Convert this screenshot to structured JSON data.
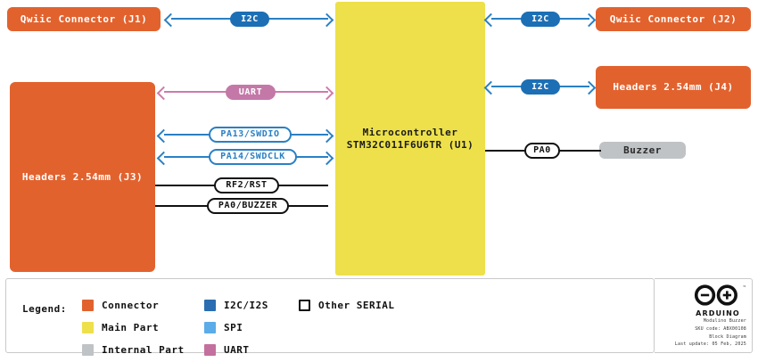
{
  "document": {
    "type": "block-diagram",
    "product": "Modulino Buzzer",
    "sku_label": "SKU code: ABX00108",
    "doc_type": "Block Diagram",
    "last_update": "Last update: 05 Feb, 2025",
    "brand": "ARDUINO"
  },
  "blocks": {
    "qwiic_j1": {
      "label": "Qwiic Connector (J1)",
      "kind": "connector"
    },
    "qwiic_j2": {
      "label": "Qwiic Connector (J2)",
      "kind": "connector"
    },
    "headers_j3": {
      "label": "Headers 2.54mm (J3)",
      "kind": "connector"
    },
    "headers_j4": {
      "label": "Headers 2.54mm (J4)",
      "kind": "connector"
    },
    "mcu": {
      "line1": "Microcontroller",
      "line2": "STM32C011F6U6TR (U1)",
      "kind": "main-part"
    },
    "buzzer": {
      "label": "Buzzer",
      "kind": "internal-part"
    }
  },
  "signals": {
    "i2c_j1": "I2C",
    "i2c_j2": "I2C",
    "i2c_j4": "I2C",
    "uart_j3": "UART",
    "swdio": "PA13/SWDIO",
    "swdclk": "PA14/SWDCLK",
    "rst": "RF2/RST",
    "pa0_buzzer": "PA0/BUZZER",
    "pa0": "PA0"
  },
  "legend": {
    "title": "Legend:",
    "columns": [
      {
        "items": [
          {
            "label": "Connector",
            "color": "#E2622E",
            "style": "fill"
          },
          {
            "label": "Main Part",
            "color": "#EDE04A",
            "style": "fill"
          },
          {
            "label": "Internal Part",
            "color": "#BFC3C6",
            "style": "fill"
          }
        ]
      },
      {
        "items": [
          {
            "label": "I2C/I2S",
            "color": "#2A6DB0",
            "style": "fill"
          },
          {
            "label": "SPI",
            "color": "#5BACE8",
            "style": "fill"
          },
          {
            "label": "UART",
            "color": "#C4709E",
            "style": "fill"
          }
        ]
      },
      {
        "items": [
          {
            "label": "Other SERIAL",
            "color": "#FFFFFF",
            "style": "outline"
          }
        ]
      }
    ]
  },
  "colors": {
    "connector": "#E2622E",
    "main_part": "#EDE04A",
    "internal_part": "#BFC3C6",
    "i2c": "#1C6FB5",
    "uart": "#C478A8",
    "swd_line": "#2A80C4",
    "other_serial": "#111111"
  }
}
